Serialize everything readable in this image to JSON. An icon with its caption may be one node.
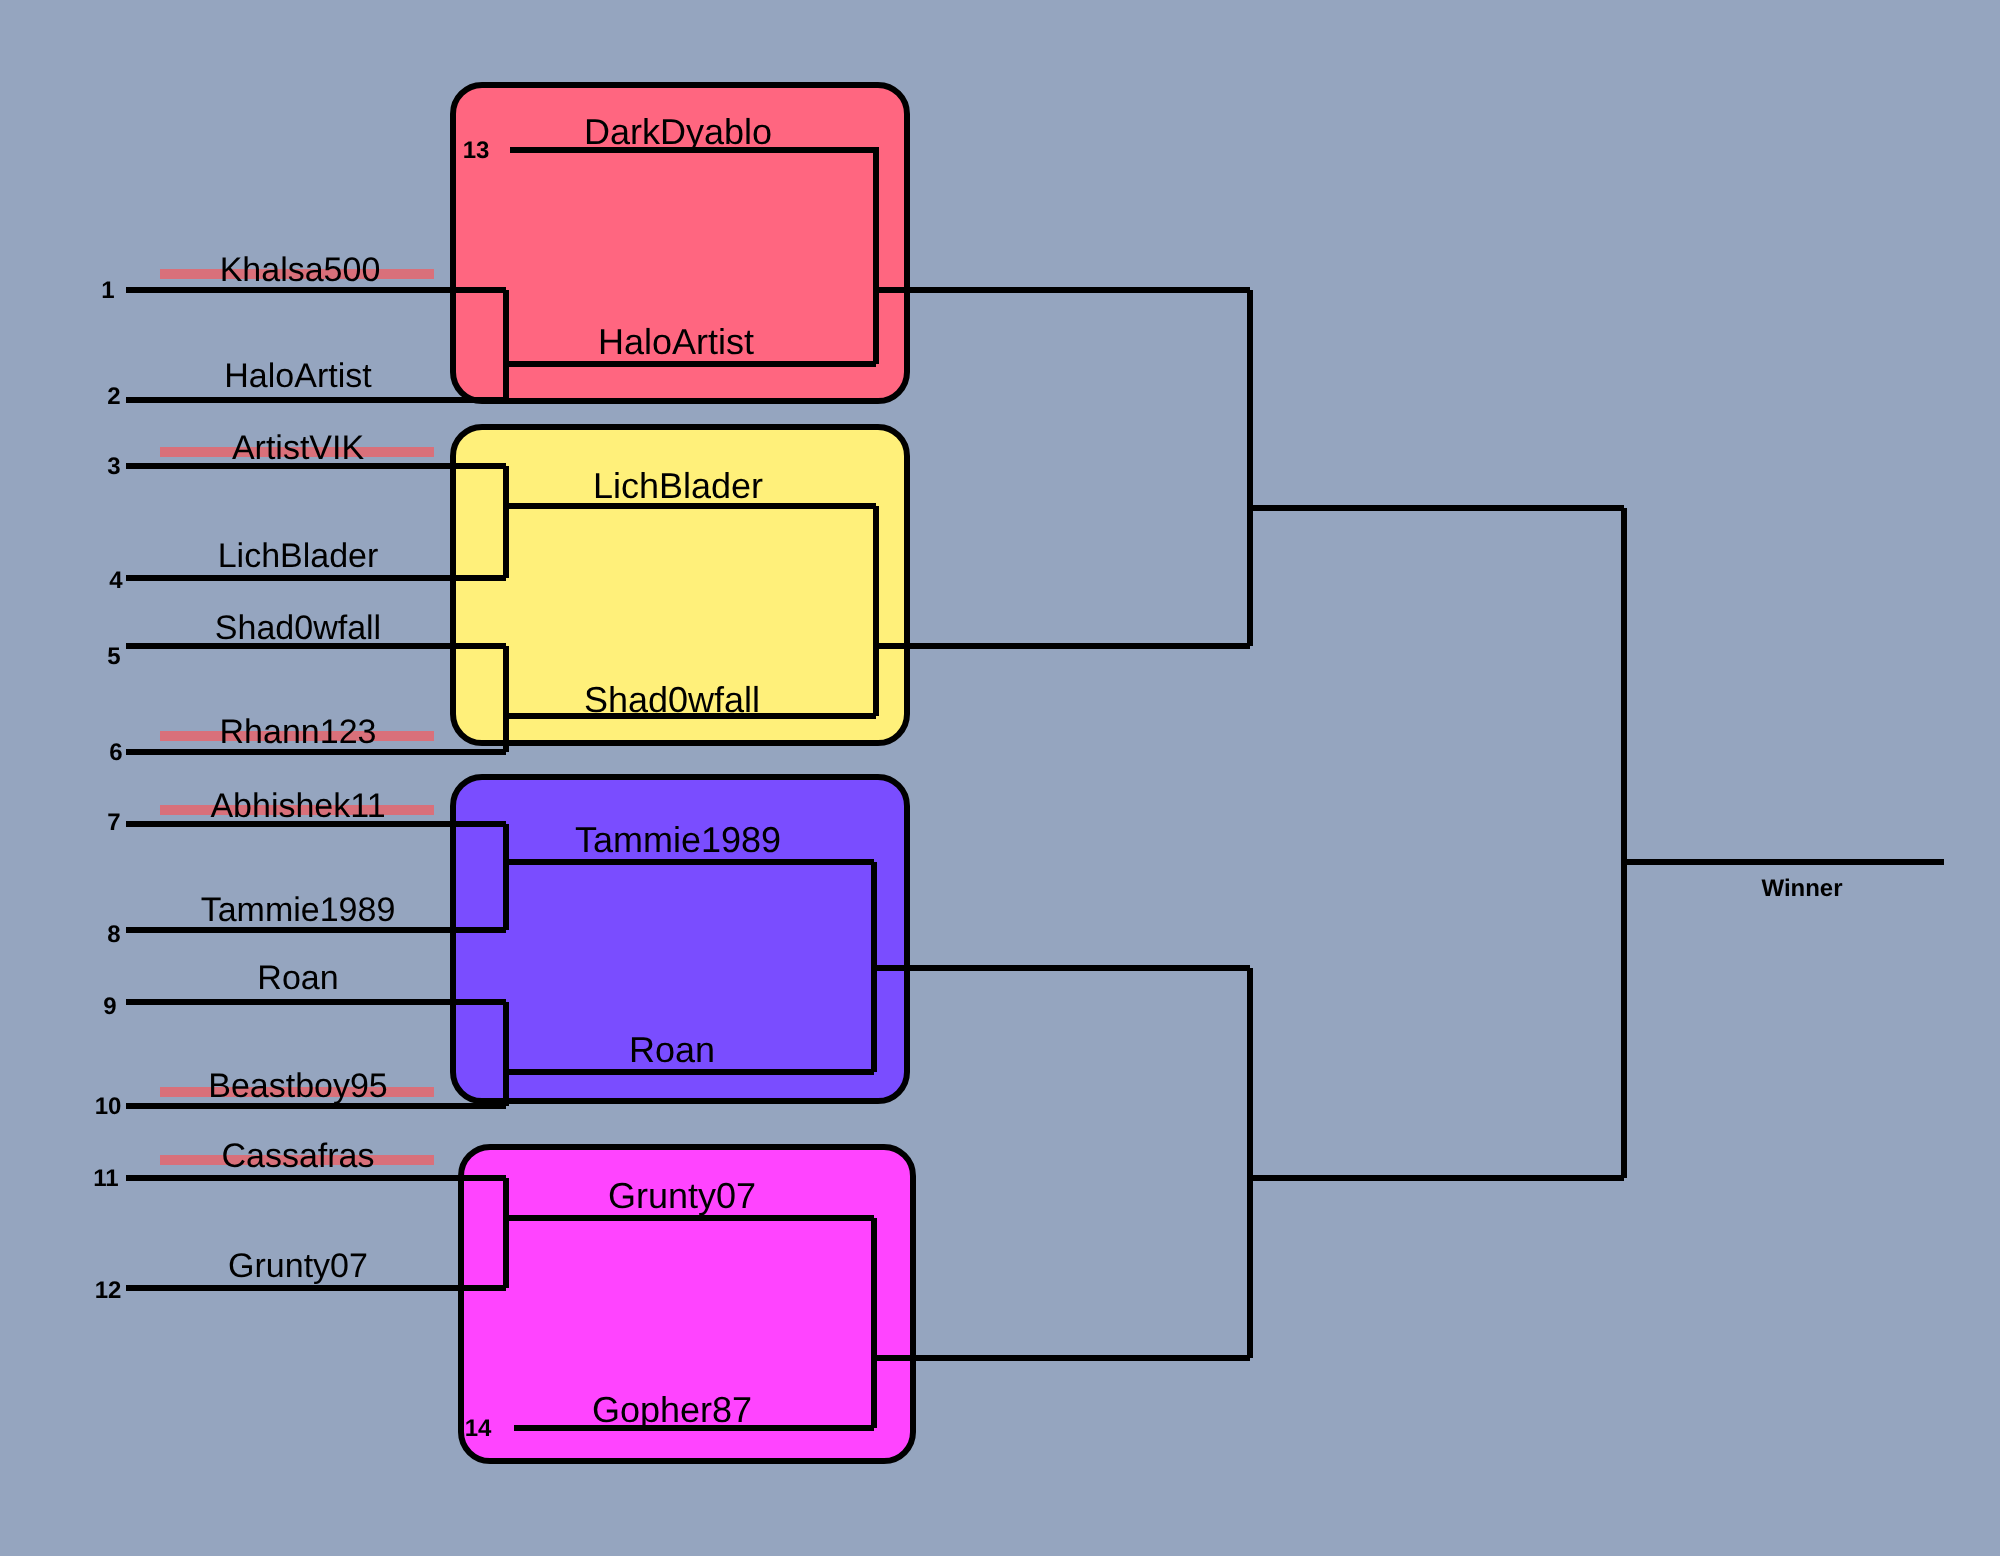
{
  "diagram": {
    "nodes": [
      {
        "text": [
          "DarkDyablo",
          "HaloArtist"
        ]
      },
      {
        "text": [
          "LichBlader",
          "Shad0wfall"
        ]
      },
      {
        "text": [
          "Tammie1989",
          "Roan"
        ]
      },
      {
        "text": [
          "Grunty07",
          "Gopher87"
        ]
      }
    ],
    "labels": [
      "1",
      "Khalsa500",
      "2",
      "HaloArtist",
      "3",
      "ArtistVIK",
      "4",
      "LichBlader",
      "5",
      "Shad0wfall",
      "6",
      "Rhann123",
      "7",
      "Abhishek11",
      "8",
      "Tammie1989",
      "9",
      "Roan",
      "10",
      "Beastboy95",
      "11",
      "Cassafras",
      "12",
      "Grunty07",
      "13",
      "14",
      "Winner"
    ]
  }
}
